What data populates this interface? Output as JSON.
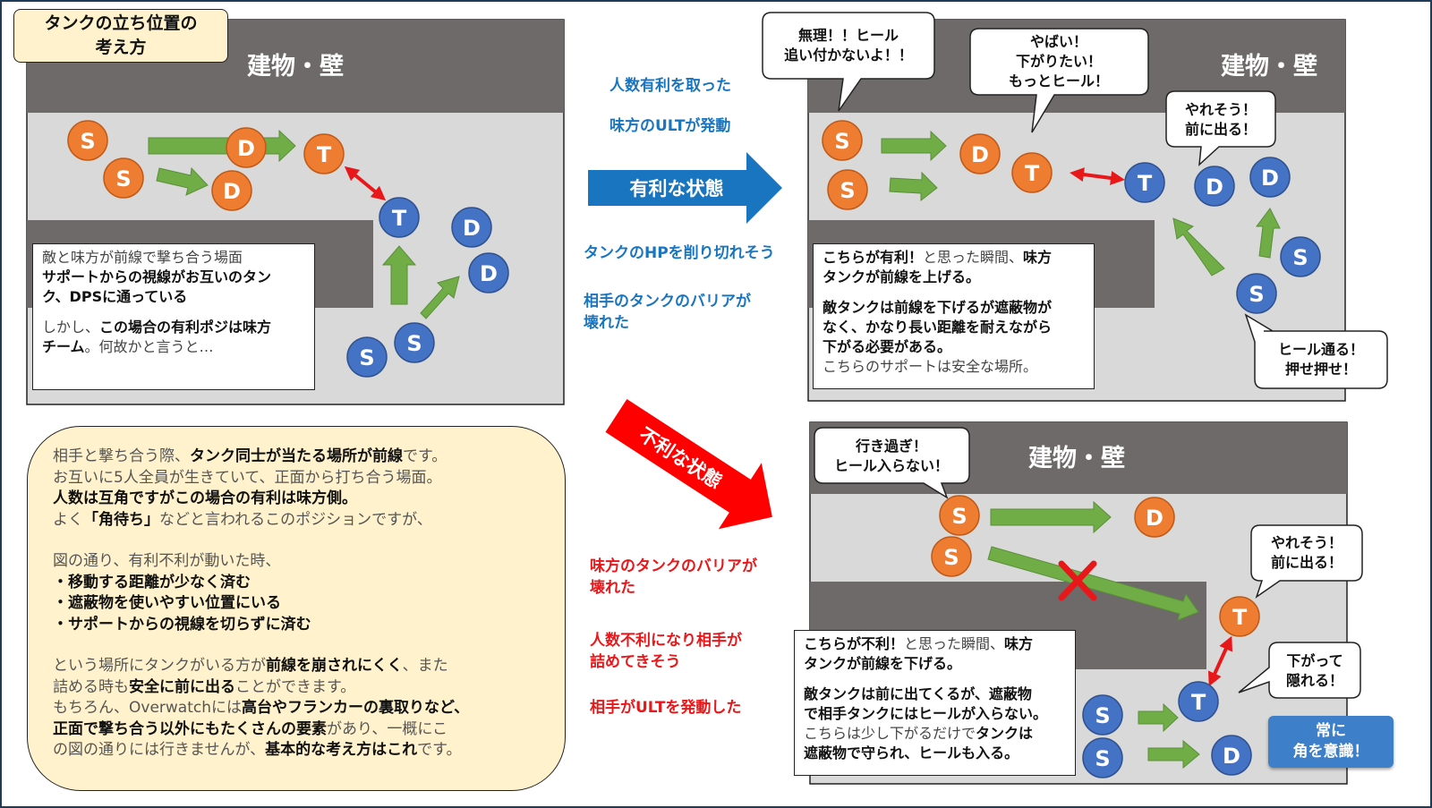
{
  "title": {
    "line1": "タンクの立ち位置の",
    "line2": "考え方"
  },
  "wall_label": "建物・壁",
  "roles": {
    "support": "S",
    "dps": "D",
    "tank": "T"
  },
  "colors": {
    "ally": "#ee7d31",
    "enemy": "#4472c4",
    "wall": "#6e6a6a",
    "floor": "#d9d9d9",
    "arrow": "#70ad47",
    "double_arrow": "#e8171a",
    "adv_arrow": "#1a75c0",
    "disadv_arrow": "#ff0000",
    "note": "#fff2cc"
  },
  "panel1_note": {
    "l1": "敵と味方が前線で撃ち合う場面",
    "l2": "サポートからの視線がお互いのタン",
    "l3": "ク、DPSに通っている",
    "l4a": "しかし、",
    "l4b": "この場合の有利ポジは味方",
    "l5a": "チーム",
    "l5b": "。何故かと言うと…"
  },
  "advantage": {
    "label": "有利な状態",
    "conds": [
      "人数有利を取った",
      "味方のULTが発動",
      "タンクのHPを削り切れそう",
      "相手のタンクのバリアが",
      "壊れた"
    ]
  },
  "disadvantage": {
    "label": "不利な状態",
    "conds": [
      "味方のタンクのバリアが",
      "壊れた",
      "人数不利になり相手が",
      "詰めてきそう",
      "相手がULTを発動した"
    ]
  },
  "panel2_note": {
    "l1a": "こちらが有利！",
    "l1b": "と思った瞬間、",
    "l1c": "味方",
    "l2": "タンクが前線を上げる。",
    "l3": "敵タンクは前線を下げるが遮蔽物が",
    "l4": "なく、かなり長い距離を耐えながら",
    "l5": "下がる必要がある。",
    "l6": "こちらのサポートは安全な場所。"
  },
  "panel3_note": {
    "l1a": "こちらが不利！",
    "l1b": "と思った瞬間、",
    "l1c": "味方",
    "l2": "タンクが前線を下げる。",
    "l3": "敵タンクは前に出てくるが、遮蔽物",
    "l4": "で相手タンクにはヒールが入らない。",
    "l5a": "こちらは少し下がるだけで",
    "l5b": "タンクは",
    "l6": "遮蔽物で守られ、ヒールも入る。"
  },
  "bubbles": {
    "p2_ally": [
      "無理！！ヒール",
      "追い付かないよ！！"
    ],
    "p2_allytank": [
      "やばい！",
      "下がりたい！",
      "もっとヒール！"
    ],
    "p2_enemytank": [
      "やれそう！",
      "前に出る！"
    ],
    "p2_enemysupport": [
      "ヒール通る！",
      "押せ押せ！"
    ],
    "p3_ally": [
      "行き過ぎ！",
      "ヒール入らない！"
    ],
    "p3_enemytank": [
      "やれそう！",
      "前に出る！"
    ],
    "p3_allytank": [
      "下がって",
      "隠れる！"
    ]
  },
  "main_text": {
    "p1a": "相手と撃ち合う際、",
    "p1b": "タンク同士が当たる場所が前線",
    "p1c": "です。",
    "p2": "お互いに5人全員が生きていて、正面から打ち合う場面。",
    "p3": "人数は互角ですがこの場合の有利は味方側。",
    "p4a": "よく",
    "p4b": "「角待ち」",
    "p4c": "などと言われるこのポジションですが、",
    "p5": "図の通り、有利不利が動いた時、",
    "p6": "・移動する距離が少なく済む",
    "p7": "・遮蔽物を使いやすい位置にいる",
    "p8": "・サポートからの視線を切らずに済む",
    "p9a": "という場所にタンクがいる方が",
    "p9b": "前線を崩されにくく",
    "p9c": "、また",
    "p10a": "詰める時も",
    "p10b": "安全に前に出る",
    "p10c": "ことができます。",
    "p11a": "もちろん、Overwatchには",
    "p11b": "高台やフランカーの裏取りなど、",
    "p12a": "正面で撃ち合う以外にもたくさんの要素",
    "p12b": "があり、一概にこ",
    "p13a": "の図の通りには行きませんが、",
    "p13b": "基本的な考え方はこれ",
    "p13c": "です。"
  },
  "corner_button": {
    "l1": "常に",
    "l2": "角を意識！"
  }
}
